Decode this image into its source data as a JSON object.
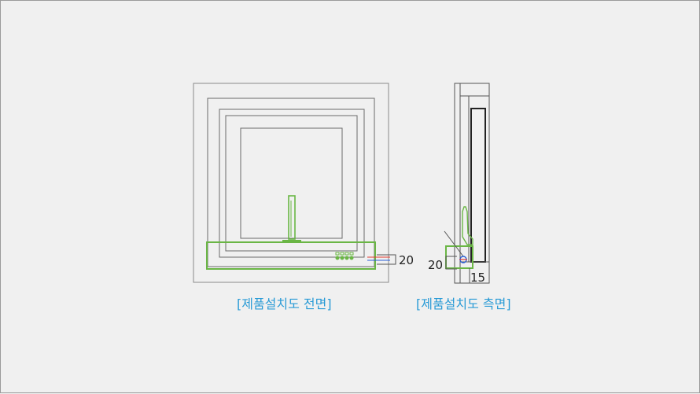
{
  "front_view": {
    "caption": "[제품설치도 전면]",
    "dimension_right": "20"
  },
  "side_view": {
    "caption": "[제품설치도 측면]",
    "dimension_left": "20",
    "dimension_bottom": "15"
  },
  "colors": {
    "background": "#f0f0f0",
    "outline": "#555555",
    "highlight": "#6ab645",
    "caption": "#2a9bd6",
    "pipe_red": "#e03a2f",
    "pipe_blue": "#2a5fd6"
  }
}
